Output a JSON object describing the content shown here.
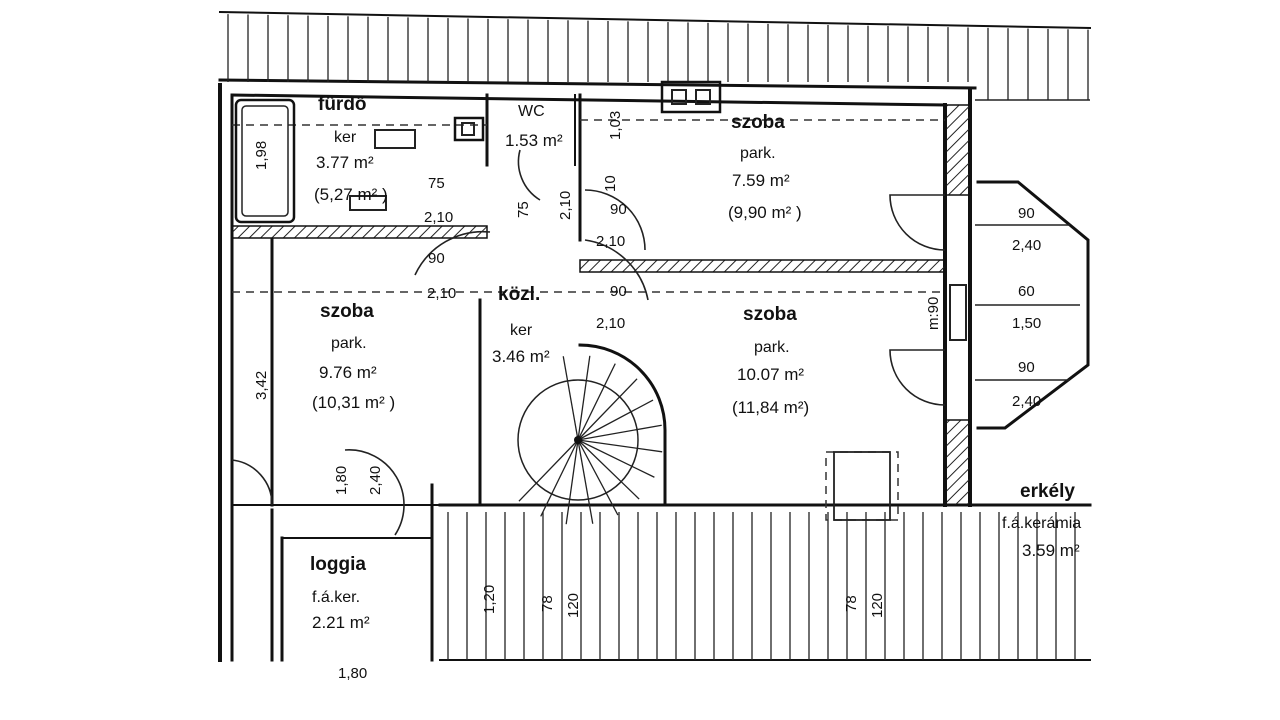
{
  "rooms": {
    "bathroom": {
      "name": "fürdő",
      "floor": "ker",
      "area": "3.77 m²",
      "area_alt": "(5,27 m² )"
    },
    "wc": {
      "name": "WC",
      "area": "1.53 m²"
    },
    "room_top_right": {
      "name": "szoba",
      "floor": "park.",
      "area": "7.59 m²",
      "area_alt": "(9,90 m² )"
    },
    "room_left": {
      "name": "szoba",
      "floor": "park.",
      "area": "9.76 m²",
      "area_alt": "(10,31 m² )"
    },
    "hall": {
      "name": "közl.",
      "floor": "ker",
      "area": "3.46 m²"
    },
    "room_center": {
      "name": "szoba",
      "floor": "park.",
      "area": "10.07 m²",
      "area_alt": "(11,84 m²)"
    },
    "balcony": {
      "name": "erkély",
      "floor": "f.á.kerámia",
      "area": "3.59 m²"
    },
    "loggia": {
      "name": "loggia",
      "floor": "f.á.ker.",
      "area": "2.21 m²"
    }
  },
  "dimensions": {
    "bath_tub": "1,98",
    "door_bath_w": "75",
    "door_bath_h": "2,10",
    "wc_door_w": "75",
    "wc_door_h": "2,10",
    "wc_window": "1,03",
    "top_room_win": "10",
    "door_top_w": "90",
    "door_top_h": "2,10",
    "door_left_w": "90",
    "door_left_h": "2,10",
    "door_center_w": "90",
    "door_center_h": "2,10",
    "left_wall": "3,42",
    "win_a_w": "90",
    "win_a_h": "2,40",
    "win_b_w": "60",
    "win_b_h": "1,50",
    "win_c_w": "90",
    "win_c_h": "2,40",
    "balcony_door": "m:90",
    "loggia_door_w": "1,80",
    "loggia_door_h": "2,40",
    "loggia_width": "1,80",
    "roof_1": "1,20",
    "roof_2": "78",
    "roof_3": "120",
    "roof_4": "78",
    "roof_5": "120"
  }
}
